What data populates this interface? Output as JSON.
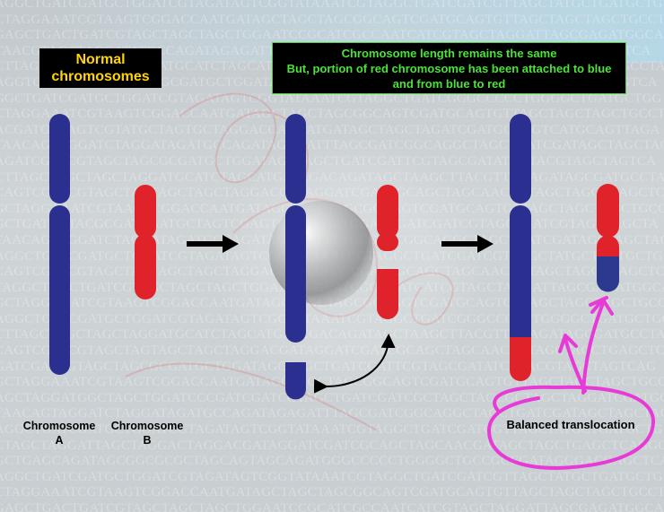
{
  "title_box": "Normal chromosomes",
  "note_box": {
    "line1": "Chromosome length remains the same",
    "line2": "But, portion of red chromosome has been attached to blue",
    "line3": "and from blue to red"
  },
  "labels": {
    "chromosome_a_word": "Chromosome",
    "chromosome_a_letter": "A",
    "chromosome_b_word": "Chromosome",
    "chromosome_b_letter": "B",
    "balanced": "Balanced translocation"
  },
  "background_text": [
    "AGGCTGATCGATGCTGGATCGTAGATAGTCGGTATAAATCGTAGGCTGATCGATCGTTAGCTATGCTGATGCTG",
    "CTAGGAAATCGTAAGTCGGACCAATGATAGCTAGCTAGCGGCAGTCGATGCAGTGTTAGCTAGCTAGCTGCCT",
    "GAGCTGACTGATCGTAGCTAGCTAGCTGGAATCCGCATCGCCAATCATCGTAGCTAGGATTAGCGAGATGGCA",
    "TAACGTAGCTAGGATATGCCAGATAGAGATTTAGCGATCGGCAGGCTAGCTGATCGATAGCTAGCTAGGTCA",
    "CTTAGCTAGCTAGCTAGGATGCATCTAGCATGATCGACAGATAGCTAAGCTTACGTTCGAGATAGCGATGCCTA",
    "AGGTCGATCGTAGCTAGCGCGATGCTGGATAGCTAGCTGATCGATTCGTAGCGATATCGTACGTAGCTAGTCA",
    "GGCTGATCGATGCTGGATCGTAGATAGTCGGTATAAATCGTAGGCTGATCGGGCCCCCTGGGGCTGATGCTGG",
    "CTAGGAAATCGTAAGTCGGACCAATGATAGCTAGCTAGCGGCAGTCGATGCAGTGTTAGCTAGCTAGCTGCCT",
    "ACGATGCTAGTCGTATGCTAGTGCTAGGACCACAATGATAGCTAGCTAGATCGATGCCAGTCATGCAGTTAGA",
    "TAACAGTAGGATCTAGGATAGATGCCAGATAGAGATTTAGCGATCGGCAGGCTAGCTGATCGATAGCTAGCTAG",
    "AGATCGATCGTAGCTAGCGCGATGCTGGATAGCTAGCTGATCGATTCGTAGCGATATCGTACGTAGCTAGTCA",
    "CTTAGCTAGCTAGCTAGGATGCATCTAGCATGATCGACAGATAGCTAAGCTTACGTTCGAGATAGCGATGCCTA",
    "CAGTCGATCGTAGCTAGTAGCTAGCTAGGACGATAGGATCGATCGCAGCTAGCAACGATAGCTAGCTGAGCTCA",
    "GCTAGGAAATCGTAAGTCGGACCAATGATAGCTAGCTAGCGGCAGTCGATGCAGTGTTAGCTAGCTAGCTGCCT",
    "GCTGATCGTACGCGATCGATGCTAGTCGAGTCGATCGATGGACTGATCGATCGTAGCTGATCGTAGCTAGCTA",
    "TAACAGTAGGATCTAGGATAGATGCCAGATAGAGATTTAGCGATCGGCAGGCTAGCTGATCGATAGCTAGCTAG",
    "AGGCTGATCGATGCTGGATCGTAGATAGTCGGTATAAATCGTAGGCTGATCGATCGTTAGCTATGCTGATGCTG",
    "CAGTCGATCGTAGCTAGTAGCTAGCTAGGACGATAGGATCGATCGCAGCTAGCAACGATAGCTAGCTGAGCTCA",
    "TAGGCTGACTGATCGTAGCTAGCTAGCTGGAATCCGCATCGCCAATCATCGTAGCTAGGATTAGCGAGATGGCA",
    "GCTAGGAAATCGTAAGTCGGACCAATGATAGCTAGCTAGCGGCAGTCGATGCAGTGTTAGCTAGCTAGCTGCCT",
    "AGGCTGATCGATGCTGGATCGTAGATAGTCGGTATAAATCGTAGGCTGATCGGGCCCCCTGGGGCTGATGCTGG",
    "CTTAGCTAGCTAGCTAGGATGCATCTAGCATGATCGACAGATAGCTAAGCTTACGTTCGAGATAGCGATGCCTA",
    "CAGTCGATCGTAGCTAGTAGCTAGCTAGGACGATAGGATCGATCGCAGCTAGCAACGATAGCTAGCTGAGCTCA",
    "GATCGATCGTAGCTAGCGCGATGCTGGATAGCTAGCTGATCGATTCGTAGCGATATCGTACGTAGCTAGTCAG",
    "GCTAGGAAATCGTAAGTCGGACCAATGATAGCTAGCTAGCGGCAGTCGATGCAGTGTTAGCTAGCTAGCTGCCT",
    "AGCTAGGATGGCTAGCTGGATCCCGATCGATCGTAGCTGATCGATCGCTAGCTAGCGCTAGCTAGGATCGATGC",
    "TAACAGTAGGATCTAGGATAGATGCCAGATAGAGATTTAGCGATCGGCAGGCTAGCTGATCGATAGCTAGCTAG",
    "AGGCTGATCGATGCTGGATCGTAGATAGTCGGTATAAATCGTAGGCTGATCGATCGTTAGCTATGCTGATGCTG",
    "CTAGCTAGGATTAGCTAGGACTAGGACGATAGGATCGATCGCAGCTAGCAACGATAGCTAGCTGAGCTCAGGCA",
    "GCTGAGCAGATAGCGGCGCGCTAGCAGTAGCAGATGGGCCCCCTGGGGCTGCCGCCGATAGGGACGAGCTCAG",
    "AGGCTGATCGATGCTGGATCGTAGATAGTCGGTATAAATCGTAGGCTGATCGATCGTTAGCTATGCTGATGCTG",
    "CTAGGAAATCGTAAGTCGGACCAATGATAGCTAGCTAGCGGCAGTCGATGCAGTGTTAGCTAGCTAGCTGCCT",
    "GAGCTGACTGATCGTAGCTAGCTAGCTGGAATCCGCATCGCCAATCATCGTAGCTAGGATTAGCGAGATGGCA"
  ],
  "colors": {
    "blue_chromosome": "#2b2f8f",
    "red_chromosome": "#e0222a",
    "arrow": "#000000",
    "highlight_magenta": "#e83ad6",
    "title_text": "#ffd400",
    "note_text": "#4be23a"
  }
}
